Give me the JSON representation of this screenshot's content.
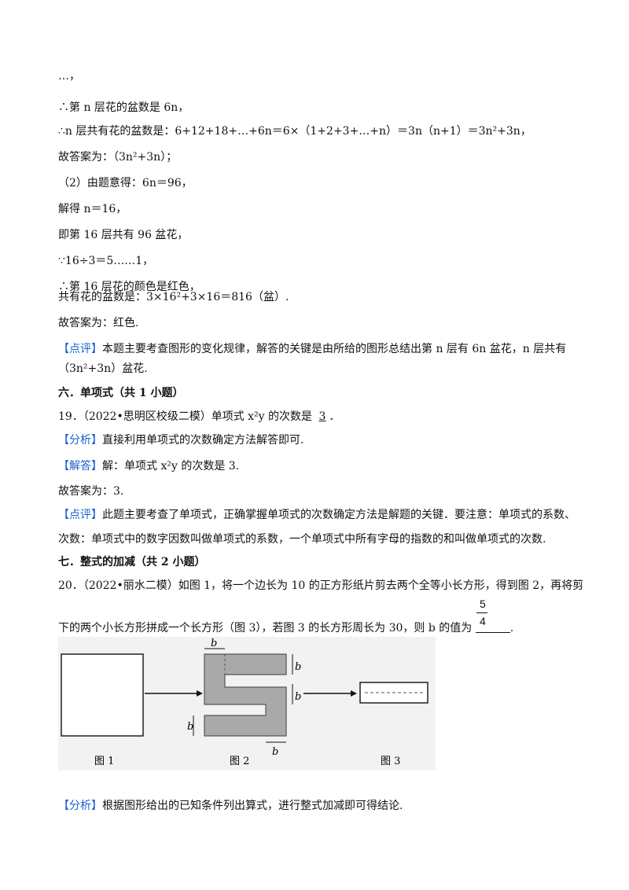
{
  "lines": [
    {
      "id": "l1",
      "text": "…，"
    },
    {
      "id": "l2",
      "text": "∴第 n 层花的盆数是 6n，"
    },
    {
      "id": "l3",
      "text": "∴n 层共有花的盆数是：6+12+18+…+6n＝6×（1+2+3+…+n）＝3n（n+1）＝3n²+3n，"
    },
    {
      "id": "l4",
      "text": "故答案为：（3n²+3n）；"
    },
    {
      "id": "l5",
      "text": "（2）由题意得：6n＝96，"
    },
    {
      "id": "l6",
      "text": "解得 n＝16，"
    },
    {
      "id": "l7",
      "text": "即第 16 层共有 96 盆花，"
    },
    {
      "id": "l8",
      "text": "∵16÷3＝5……1，"
    },
    {
      "id": "l9",
      "text": "∴第 16 层花的颜色是红色，"
    },
    {
      "id": "l10",
      "text": "共有花的盆数是：3×16²+3×16＝816（盆）."
    },
    {
      "id": "l11",
      "text": "故答案为：红色."
    }
  ],
  "comment1": {
    "tag": "【点评】",
    "text": "本题主要考查图形的变化规律，解答的关键是由所给的图形总结出第 n 层有 6n 盆花，n 层共有",
    "text2": "（3n²+3n）盆花."
  },
  "section6": "六．单项式（共 1 小题）",
  "q19": {
    "prefix": "19．（2022•思明区校级二模）单项式 x²y 的次数是 ",
    "answer": "3",
    "suffix": "．"
  },
  "analysis19": {
    "tag": "【分析】",
    "text": "直接利用单项式的次数确定方法解答即可."
  },
  "solution19": {
    "tag": "【解答】",
    "text": "解：单项式 x²y 的次数是 3."
  },
  "answer19": "故答案为：3.",
  "comment19": {
    "tag": "【点评】",
    "text": "此题主要考查了单项式，正确掌握单项式的次数确定方法是解题的关键．要注意：单项式的系数、",
    "text2": "次数：单项式中的数字因数叫做单项式的系数，一个单项式中所有字母的指数的和叫做单项式的次数."
  },
  "section7": "七．整式的加减（共 2 小题）",
  "q20": {
    "line1": "20．（2022•丽水二模）如图 1，将一个边长为 10 的正方形纸片剪去两个全等小长方形，得到图 2，再将剪",
    "line2": "下的两个小长方形拼成一个长方形（图 3），若图 3 的长方形周长为 30，则 b 的值为 ",
    "answer_num": "5",
    "answer_den": "4",
    "suffix": "."
  },
  "figure": {
    "label1": "图 1",
    "label2": "图 2",
    "label3": "图 3",
    "var": "b"
  },
  "analysis20": {
    "tag": "【分析】",
    "text": "根据图形给出的已知条件列出算式，进行整式加减即可得结论."
  }
}
